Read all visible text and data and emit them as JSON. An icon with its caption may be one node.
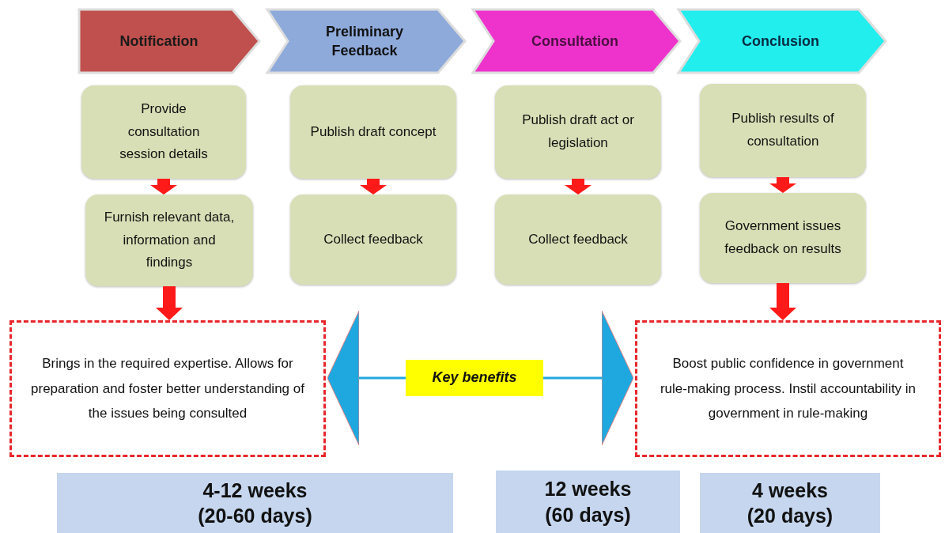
{
  "diagram": {
    "nodes": [
      {
        "text": [
          "Notification"
        ]
      },
      {
        "text": [
          "Preliminary Feedback"
        ]
      },
      {
        "text": [
          "Consultation"
        ]
      },
      {
        "text": [
          "Conclusion"
        ]
      },
      {
        "text": [
          "Provide consultation session details"
        ]
      },
      {
        "text": [
          "Furnish relevant data, information and findings"
        ]
      },
      {
        "text": [
          "Publish draft concept"
        ]
      },
      {
        "text": [
          "Collect feedback"
        ]
      },
      {
        "text": [
          "Publish draft act or legislation"
        ]
      },
      {
        "text": [
          "Collect feedback"
        ]
      },
      {
        "text": [
          "Publish results of consultation"
        ]
      },
      {
        "text": [
          "Government issues feedback on results"
        ]
      },
      {
        "text": [
          "Brings in the required expertise. Allows for preparation and foster better understanding of the issues being consulted"
        ]
      },
      {
        "text": [
          "Key benefits"
        ]
      },
      {
        "text": [
          "Boost public confidence in government rule-making process. Instil accountability in government in rule-making"
        ]
      },
      {
        "text": [
          "4-12 weeks (20-60 days)"
        ]
      },
      {
        "text": [
          "12 weeks (60 days)"
        ]
      },
      {
        "text": [
          "4 weeks (20 days)"
        ]
      }
    ],
    "edges": [
      {
        "from": 4,
        "to": 5,
        "arrow": "to"
      },
      {
        "from": 6,
        "to": 7,
        "arrow": "to"
      },
      {
        "from": 8,
        "to": 9,
        "arrow": "to"
      },
      {
        "from": 10,
        "to": 11,
        "arrow": "to"
      },
      {
        "from": 5,
        "to": 12,
        "arrow": "to"
      },
      {
        "from": 11,
        "to": 14,
        "arrow": "to"
      },
      {
        "from": 13,
        "to": 12,
        "arrow": "to",
        "color": "#1fa8e0"
      },
      {
        "from": 13,
        "to": 14,
        "arrow": "to",
        "color": "#1fa8e0"
      }
    ]
  }
}
